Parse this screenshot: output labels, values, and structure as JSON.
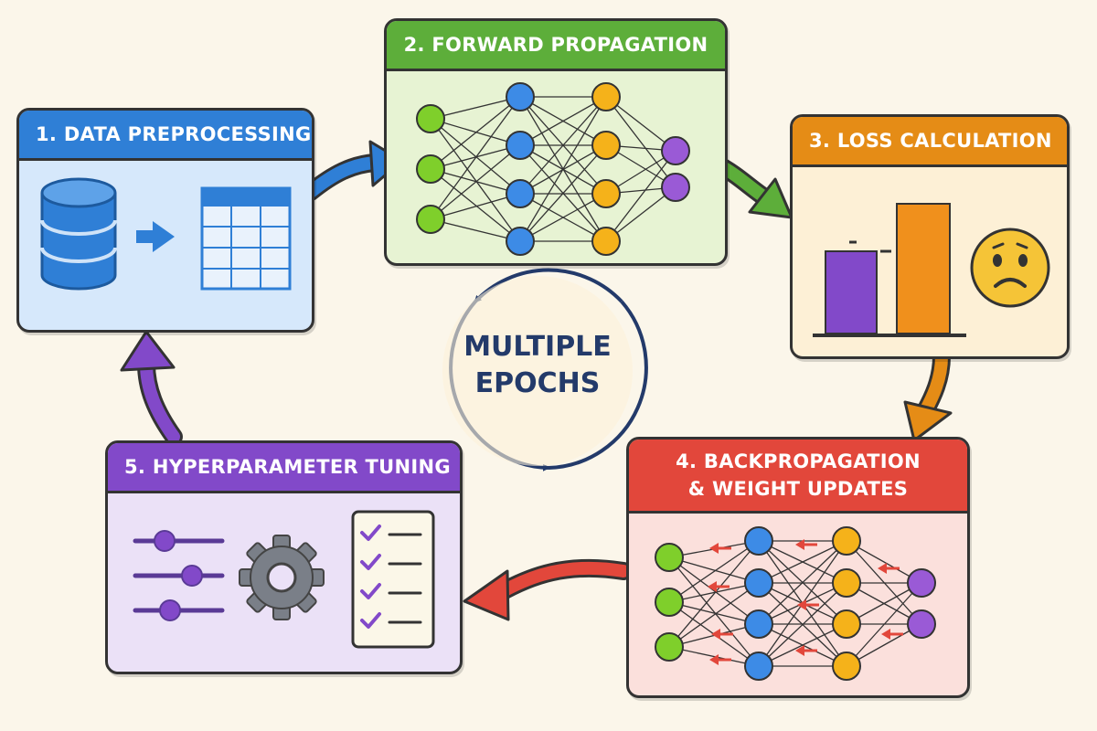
{
  "stages": [
    {
      "number": "1.",
      "title": "DATA PREPROCESSING",
      "color": "#2f7fd6"
    },
    {
      "number": "2.",
      "title": "FORWARD PROPAGATION",
      "color": "#5dae3a"
    },
    {
      "number": "3.",
      "title": "LOSS CALCULATION",
      "color": "#e58c16"
    },
    {
      "number": "4.",
      "title": "BACKPROPAGATION",
      "title_line2": "& WEIGHT UPDATES",
      "color": "#e2473b"
    },
    {
      "number": "5.",
      "title": "HYPERPARAMETER TUNING",
      "color": "#8249c9"
    }
  ],
  "center": {
    "line1": "MULTIPLE",
    "line2": "EPOCHS",
    "color": "#233a6a"
  },
  "icons": {
    "preprocessing": [
      "database-icon",
      "arrow-right-icon",
      "table-icon"
    ],
    "forward": [
      "neural-network-icon"
    ],
    "loss": [
      "bar-chart-icon",
      "sad-face-icon"
    ],
    "backprop": [
      "neural-network-backprop-icon"
    ],
    "tuning": [
      "sliders-icon",
      "gear-icon",
      "checklist-icon"
    ]
  }
}
